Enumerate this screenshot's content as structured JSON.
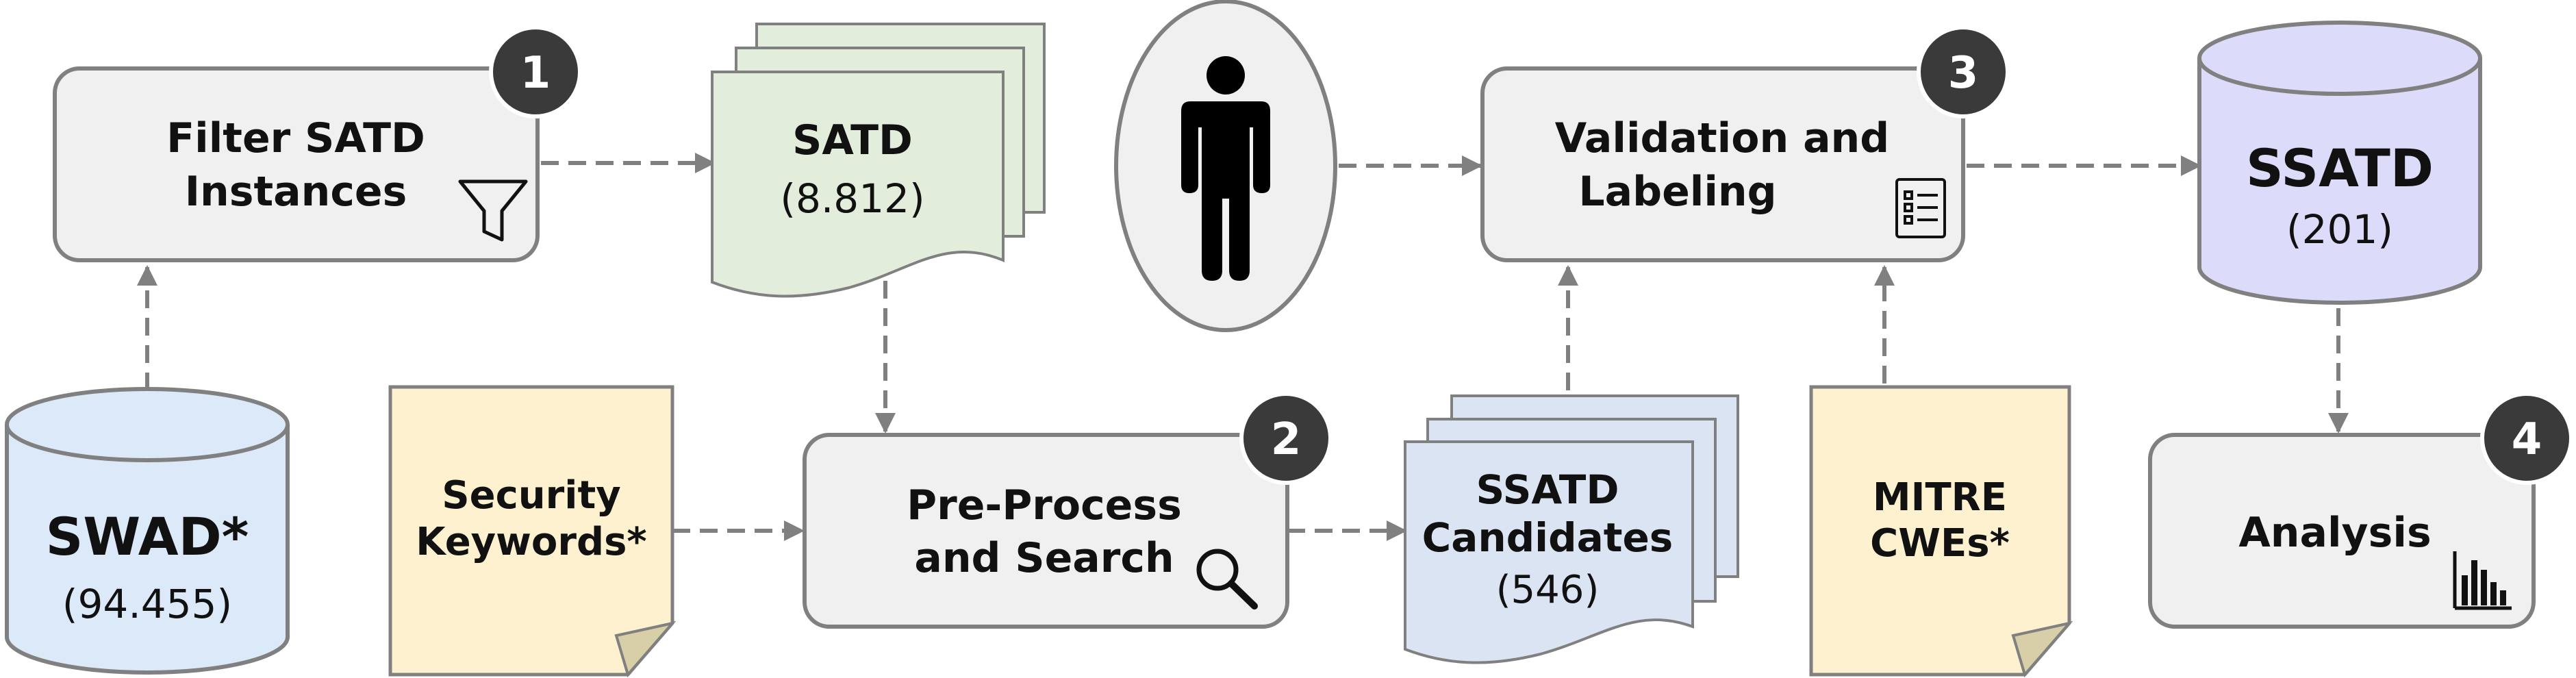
{
  "colors": {
    "box_fill": "#f0f0f0",
    "box_stroke": "#808080",
    "satd_green": "#e2eedb",
    "candidates_blue": "#dbe4f3",
    "swad_blue": "#dbe9f8",
    "ssatd_purple": "#dcdcfa",
    "note_yellow": "#fdf1cf",
    "badge": "#3a3a3a",
    "arrow": "#808080"
  },
  "steps": {
    "filter": {
      "badge": "1",
      "line1": "Filter SATD",
      "line2": "Instances",
      "icon": "funnel-icon"
    },
    "preprocess": {
      "badge": "2",
      "line1": "Pre-Process",
      "line2": "and Search",
      "icon": "magnifier-icon"
    },
    "validation": {
      "badge": "3",
      "line1": "Validation and",
      "line2": "Labeling",
      "icon": "checklist-icon"
    },
    "analysis": {
      "badge": "4",
      "label": "Analysis",
      "icon": "bar-chart-icon"
    }
  },
  "data_stores": {
    "swad": {
      "label": "SWAD*",
      "count": "(94.455)"
    },
    "ssatd": {
      "label": "SSATD",
      "count": "(201)"
    }
  },
  "documents": {
    "satd": {
      "label": "SATD",
      "count": "(8.812)"
    },
    "candidates": {
      "line1": "SSATD",
      "line2": "Candidates",
      "count": "(546)"
    }
  },
  "notes": {
    "keywords": {
      "line1": "Security",
      "line2": "Keywords*"
    },
    "cwes": {
      "line1": "MITRE",
      "line2": "CWEs*"
    }
  },
  "actor": {
    "icon": "person-icon"
  }
}
